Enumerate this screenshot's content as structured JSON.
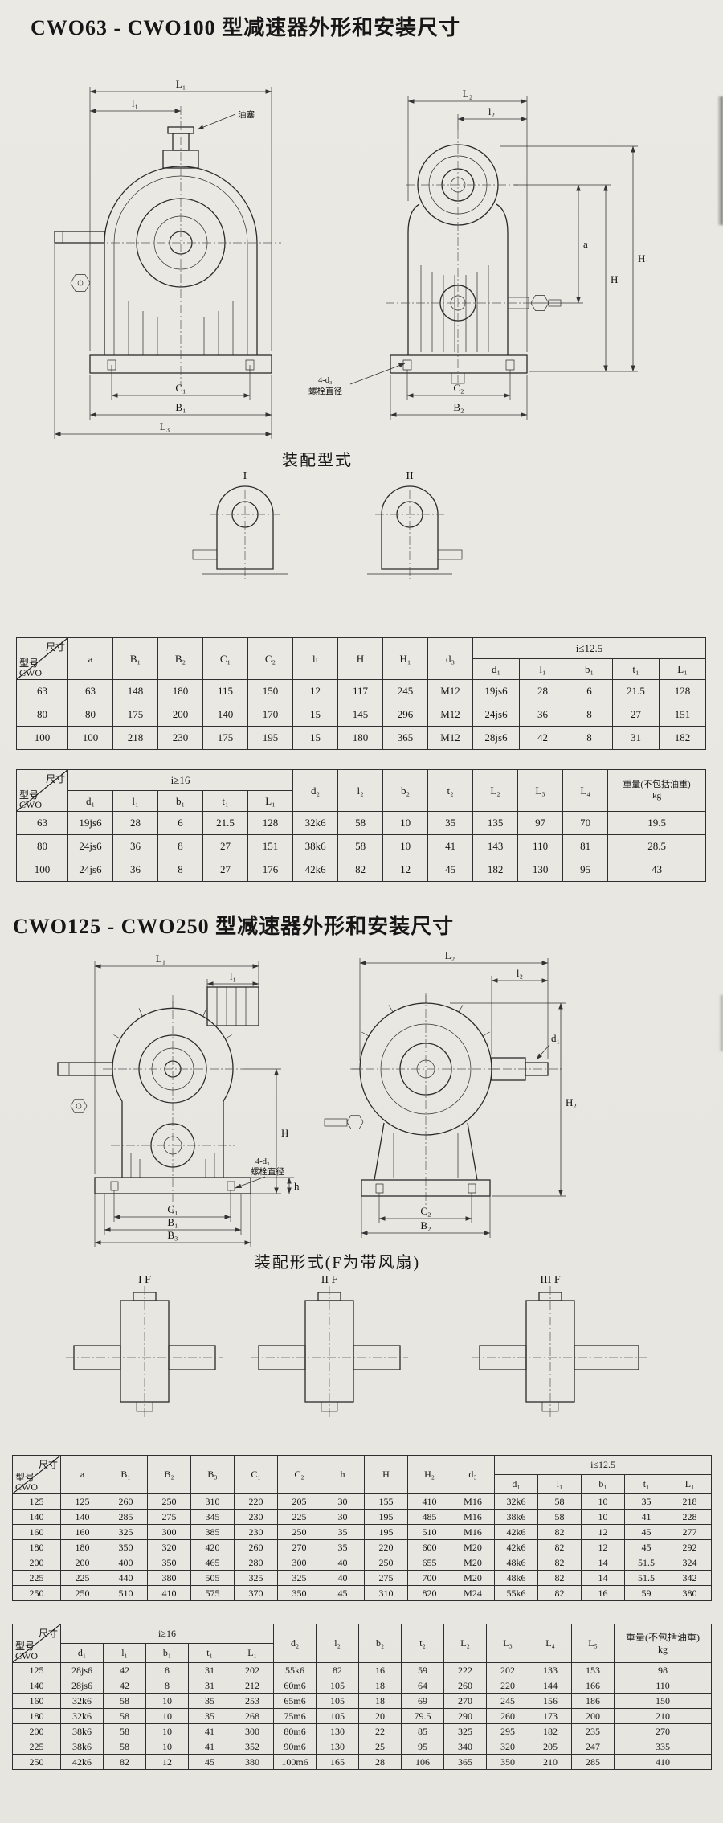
{
  "titles": {
    "section1": "CWO63 - CWO100 型减速器外形和安装尺寸",
    "section2": "CWO125 - CWO250 型减速器外形和安装尺寸"
  },
  "assembly1": {
    "title": "装配型式",
    "labels": [
      "I",
      "II"
    ]
  },
  "assembly2": {
    "title": "装配形式(F为带风扇)",
    "labels": [
      "I F",
      "II F",
      "III F"
    ]
  },
  "drawing1": {
    "front": {
      "L1": "L₁",
      "l1": "l₁",
      "oil_plug": "油塞",
      "C1": "C₁",
      "B1": "B₁",
      "L3": "L₃"
    },
    "side": {
      "L2": "L₂",
      "l2": "l₂",
      "a": "a",
      "H": "H",
      "H1": "H₁",
      "C2": "C₂",
      "B2": "B₂",
      "bolt1": "4-d₃",
      "bolt2": "螺栓直径"
    }
  },
  "drawing2": {
    "front": {
      "L1": "L₁",
      "l1": "l₁",
      "C1": "C₁",
      "B1": "B₁",
      "B3": "B₃",
      "H": "H",
      "h": "h",
      "bolt1": "4-d₃",
      "bolt2": "螺栓直径"
    },
    "side": {
      "L2": "L₂",
      "l2": "l₂",
      "d1": "d₁",
      "H2": "H₂",
      "C2": "C₂",
      "B2": "B₂"
    }
  },
  "tables": {
    "corner": {
      "top": "尺寸",
      "model1": "型号",
      "model2": "CWO"
    },
    "weight1": "重量(不包括油重)",
    "weight2": "kg",
    "t1": {
      "group": "i≤12.5",
      "fixed": [
        "a",
        "B₁",
        "B₂",
        "C₁",
        "C₂",
        "h",
        "H",
        "H₁",
        "d₃"
      ],
      "sub": [
        "d₁",
        "l₁",
        "b₁",
        "t₁",
        "L₁"
      ],
      "rows": [
        [
          "63",
          "63",
          "148",
          "180",
          "115",
          "150",
          "12",
          "117",
          "245",
          "M12",
          "19js6",
          "28",
          "6",
          "21.5",
          "128"
        ],
        [
          "80",
          "80",
          "175",
          "200",
          "140",
          "170",
          "15",
          "145",
          "296",
          "M12",
          "24js6",
          "36",
          "8",
          "27",
          "151"
        ],
        [
          "100",
          "100",
          "218",
          "230",
          "175",
          "195",
          "15",
          "180",
          "365",
          "M12",
          "28js6",
          "42",
          "8",
          "31",
          "182"
        ]
      ]
    },
    "t2": {
      "group": "i≥16",
      "sub": [
        "d₁",
        "l₁",
        "b₁",
        "t₁",
        "L₁"
      ],
      "fixed": [
        "d₂",
        "l₂",
        "b₂",
        "t₂",
        "L₂",
        "L₃",
        "L₄"
      ],
      "rows": [
        [
          "63",
          "19js6",
          "28",
          "6",
          "21.5",
          "128",
          "32k6",
          "58",
          "10",
          "35",
          "135",
          "97",
          "70",
          "19.5"
        ],
        [
          "80",
          "24js6",
          "36",
          "8",
          "27",
          "151",
          "38k6",
          "58",
          "10",
          "41",
          "143",
          "110",
          "81",
          "28.5"
        ],
        [
          "100",
          "24js6",
          "36",
          "8",
          "27",
          "176",
          "42k6",
          "82",
          "12",
          "45",
          "182",
          "130",
          "95",
          "43"
        ]
      ]
    },
    "t3": {
      "group": "i≤12.5",
      "fixed": [
        "a",
        "B₁",
        "B₂",
        "B₃",
        "C₁",
        "C₂",
        "h",
        "H",
        "H₂",
        "d₃"
      ],
      "sub": [
        "d₁",
        "l₁",
        "b₁",
        "t₁",
        "L₁"
      ],
      "rows": [
        [
          "125",
          "125",
          "260",
          "250",
          "310",
          "220",
          "205",
          "30",
          "155",
          "410",
          "M16",
          "32k6",
          "58",
          "10",
          "35",
          "218"
        ],
        [
          "140",
          "140",
          "285",
          "275",
          "345",
          "230",
          "225",
          "30",
          "195",
          "485",
          "M16",
          "38k6",
          "58",
          "10",
          "41",
          "228"
        ],
        [
          "160",
          "160",
          "325",
          "300",
          "385",
          "230",
          "250",
          "35",
          "195",
          "510",
          "M16",
          "42k6",
          "82",
          "12",
          "45",
          "277"
        ],
        [
          "180",
          "180",
          "350",
          "320",
          "420",
          "260",
          "270",
          "35",
          "220",
          "600",
          "M20",
          "42k6",
          "82",
          "12",
          "45",
          "292"
        ],
        [
          "200",
          "200",
          "400",
          "350",
          "465",
          "280",
          "300",
          "40",
          "250",
          "655",
          "M20",
          "48k6",
          "82",
          "14",
          "51.5",
          "324"
        ],
        [
          "225",
          "225",
          "440",
          "380",
          "505",
          "325",
          "325",
          "40",
          "275",
          "700",
          "M20",
          "48k6",
          "82",
          "14",
          "51.5",
          "342"
        ],
        [
          "250",
          "250",
          "510",
          "410",
          "575",
          "370",
          "350",
          "45",
          "310",
          "820",
          "M24",
          "55k6",
          "82",
          "16",
          "59",
          "380"
        ]
      ]
    },
    "t4": {
      "group": "i≥16",
      "sub": [
        "d₁",
        "l₁",
        "b₁",
        "t₁",
        "L₁"
      ],
      "fixed": [
        "d₂",
        "l₂",
        "b₂",
        "t₂",
        "L₂",
        "L₃",
        "L₄",
        "L₅"
      ],
      "rows": [
        [
          "125",
          "28js6",
          "42",
          "8",
          "31",
          "202",
          "55k6",
          "82",
          "16",
          "59",
          "222",
          "202",
          "133",
          "153",
          "98"
        ],
        [
          "140",
          "28js6",
          "42",
          "8",
          "31",
          "212",
          "60m6",
          "105",
          "18",
          "64",
          "260",
          "220",
          "144",
          "166",
          "110"
        ],
        [
          "160",
          "32k6",
          "58",
          "10",
          "35",
          "253",
          "65m6",
          "105",
          "18",
          "69",
          "270",
          "245",
          "156",
          "186",
          "150"
        ],
        [
          "180",
          "32k6",
          "58",
          "10",
          "35",
          "268",
          "75m6",
          "105",
          "20",
          "79.5",
          "290",
          "260",
          "173",
          "200",
          "210"
        ],
        [
          "200",
          "38k6",
          "58",
          "10",
          "41",
          "300",
          "80m6",
          "130",
          "22",
          "85",
          "325",
          "295",
          "182",
          "235",
          "270"
        ],
        [
          "225",
          "38k6",
          "58",
          "10",
          "41",
          "352",
          "90m6",
          "130",
          "25",
          "95",
          "340",
          "320",
          "205",
          "247",
          "335"
        ],
        [
          "250",
          "42k6",
          "82",
          "12",
          "45",
          "380",
          "100m6",
          "165",
          "28",
          "106",
          "365",
          "350",
          "210",
          "285",
          "410"
        ]
      ]
    }
  }
}
